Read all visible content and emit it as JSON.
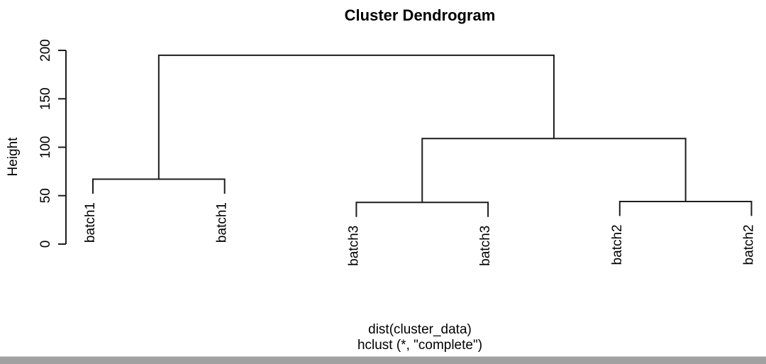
{
  "page": {
    "background": "#ffffff"
  },
  "bottom_bar": {
    "color": "#a1a1a1",
    "highlight_color": "#cfcfcf"
  },
  "chart_data": {
    "type": "dendrogram",
    "title": "Cluster Dendrogram",
    "ylabel": "Height",
    "xlabel_lines": [
      "dist(cluster_data)",
      "hclust (*, \"complete\")"
    ],
    "ylim": [
      0,
      200
    ],
    "y_ticks": [
      0,
      50,
      100,
      150,
      200
    ],
    "grid": false,
    "leaves": [
      "batch1",
      "batch1",
      "batch3",
      "batch3",
      "batch2",
      "batch2"
    ],
    "merges": [
      {
        "cluster": "batch1-pair",
        "members": [
          "batch1",
          "batch1"
        ],
        "height": 67
      },
      {
        "cluster": "batch3-pair",
        "members": [
          "batch3",
          "batch3"
        ],
        "height": 43
      },
      {
        "cluster": "batch2-pair",
        "members": [
          "batch2",
          "batch2"
        ],
        "height": 44
      },
      {
        "cluster": "batch3-batch2-group",
        "members": [
          "batch3-pair",
          "batch2-pair"
        ],
        "height": 109
      },
      {
        "cluster": "root",
        "members": [
          "batch1-pair",
          "batch3-batch2-group"
        ],
        "height": 195
      }
    ],
    "tree": {
      "height": 195,
      "children": [
        {
          "height": 67,
          "children": [
            {
              "leaf": 0
            },
            {
              "leaf": 1
            }
          ]
        },
        {
          "height": 109,
          "children": [
            {
              "height": 43,
              "children": [
                {
                  "leaf": 2
                },
                {
                  "leaf": 3
                }
              ]
            },
            {
              "height": 44,
              "children": [
                {
                  "leaf": 4
                },
                {
                  "leaf": 5
                }
              ]
            }
          ]
        }
      ]
    },
    "hang": 15,
    "line_color": "#1d1d1d",
    "text_color": "#000000"
  }
}
